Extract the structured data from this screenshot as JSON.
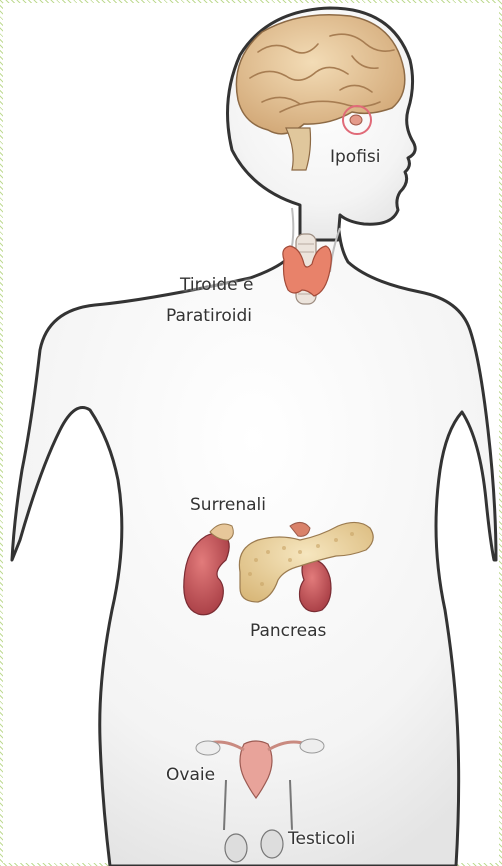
{
  "labels": {
    "pituitary": "Ipofisi",
    "thyroid_line1": "Tiroide e",
    "thyroid_line2": "Paratiroidi",
    "adrenals": "Surrenali",
    "pancreas": "Pancreas",
    "ovaries": "Ovaie",
    "testicles": "Testicoli"
  },
  "colors": {
    "outline": "#333333",
    "brain": "#e8c79a",
    "thyroid": "#e8826a",
    "kidney": "#c9545a",
    "pancreas": "#efd9a6",
    "highlight_circle": "#e06a78",
    "frame_pattern": "#8cbe3c"
  }
}
